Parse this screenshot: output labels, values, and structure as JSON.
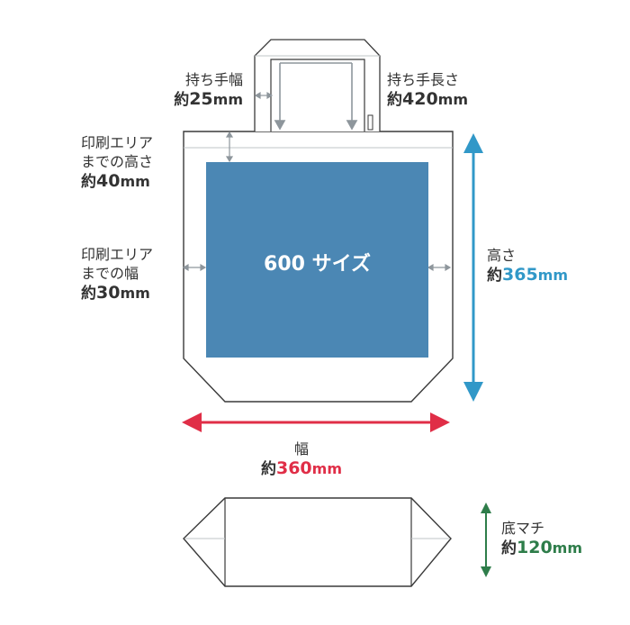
{
  "print_area": {
    "label": "600 サイズ"
  },
  "handle_width": {
    "title": "持ち手幅",
    "prefix": "約",
    "number": "25",
    "unit": "mm"
  },
  "handle_length": {
    "title": "持ち手長さ",
    "prefix": "約",
    "number": "420",
    "unit": "mm"
  },
  "top_margin": {
    "title_line1": "印刷エリア",
    "title_line2": "までの高さ",
    "prefix": "約",
    "number": "40",
    "unit": "mm"
  },
  "side_margin": {
    "title_line1": "印刷エリア",
    "title_line2": "までの幅",
    "prefix": "約",
    "number": "30",
    "unit": "mm"
  },
  "height": {
    "title": "高さ",
    "prefix": "約",
    "number": "365",
    "unit": "mm"
  },
  "width": {
    "title": "幅",
    "prefix": "約",
    "number": "360",
    "unit": "mm"
  },
  "gusset": {
    "title": "底マチ",
    "prefix": "約",
    "number": "120",
    "unit": "mm"
  },
  "colors": {
    "print_area": "#4b87b4",
    "outline": "#3a3a3a",
    "guide": "#8e969c",
    "height_arrow": "#3198c8",
    "width_arrow": "#e02e47",
    "gusset_arrow": "#2e7d4a",
    "text": "#333333"
  }
}
